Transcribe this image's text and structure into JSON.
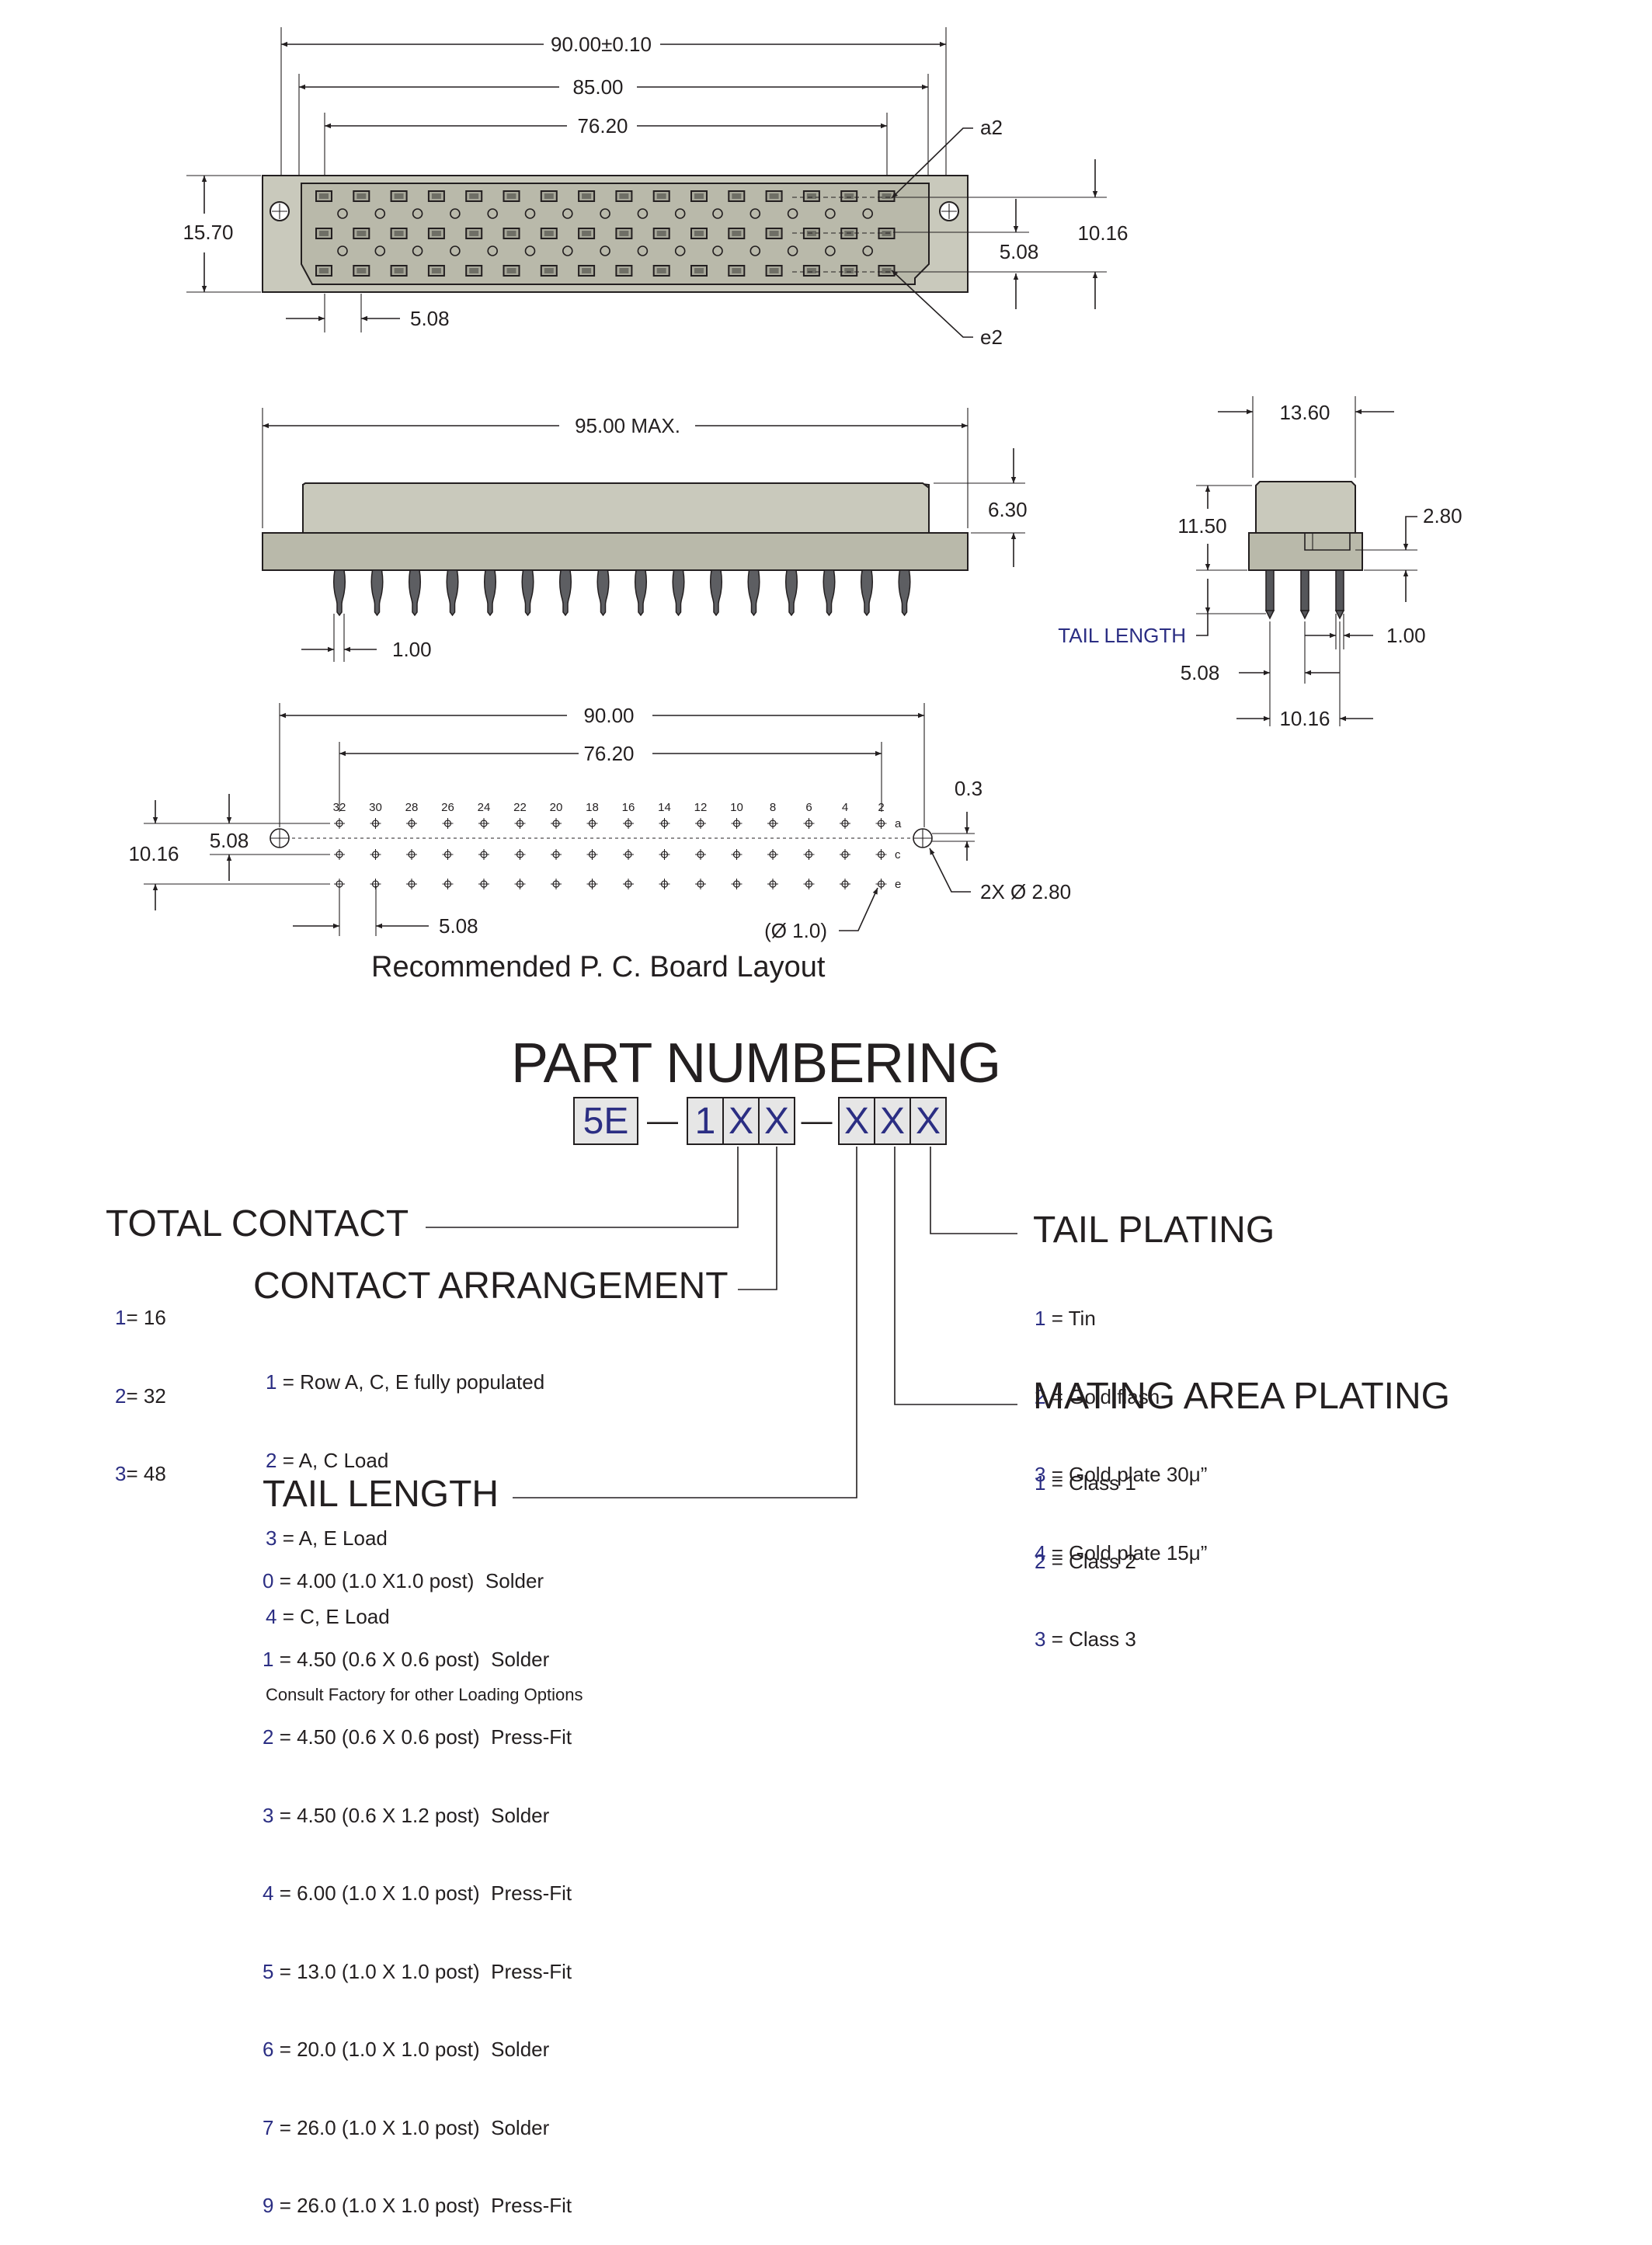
{
  "dims": {
    "top_overall": "90.00±0.10",
    "top_mount": "85.00",
    "top_pitch_span": "76.20",
    "label_a2": "a2",
    "label_e2": "e2",
    "height_left": "15.70",
    "height_right": "10.16",
    "row_pitch": "5.08",
    "col_pitch": "5.08",
    "side_overall": "95.00 MAX.",
    "side_height": "6.30",
    "pin_width": "1.00",
    "end_width": "13.60",
    "end_height": "11.50",
    "end_step": "2.80",
    "tail_length_label": "TAIL LENGTH",
    "end_pin": "1.00",
    "end_pitch1": "5.08",
    "end_pitch2": "10.16",
    "pcb_overall": "90.00",
    "pcb_span": "76.20",
    "pcb_hole_offset": "0.3",
    "pcb_row_height": "10.16",
    "pcb_row_pitch": "5.08",
    "pcb_col_pitch": "5.08",
    "pcb_mount_holes": "2X Ø 2.80",
    "pcb_pin_hole": "(Ø 1.0)",
    "pcb_columns": [
      "32",
      "30",
      "28",
      "26",
      "24",
      "22",
      "20",
      "18",
      "16",
      "14",
      "12",
      "10",
      "8",
      "6",
      "4",
      "2"
    ],
    "pcb_rows": [
      "a",
      "c",
      "e"
    ],
    "caption": "Recommended P. C. Board Layout"
  },
  "part_numbering": {
    "title": "PART NUMBERING",
    "boxes": [
      "5E",
      "1",
      "X",
      "X",
      "X",
      "X",
      "X"
    ],
    "dash": "—"
  },
  "total_contact": {
    "title": "TOTAL CONTACT",
    "options": [
      {
        "key": "1",
        "text": "= 16"
      },
      {
        "key": "2",
        "text": "= 32"
      },
      {
        "key": "3",
        "text": "= 48"
      }
    ]
  },
  "contact_arrangement": {
    "title": "CONTACT ARRANGEMENT",
    "options": [
      {
        "key": "1",
        "text": " = Row A, C, E fully populated"
      },
      {
        "key": "2",
        "text": " = A, C Load"
      },
      {
        "key": "3",
        "text": " = A, E Load"
      },
      {
        "key": "4",
        "text": " = C, E Load"
      }
    ],
    "note": "Consult Factory for other Loading Options"
  },
  "tail_length": {
    "title": "TAIL LENGTH",
    "options": [
      {
        "key": "0",
        "text": " = 4.00 (1.0 X1.0 post)  Solder"
      },
      {
        "key": "1",
        "text": " = 4.50 (0.6 X 0.6 post)  Solder"
      },
      {
        "key": "2",
        "text": " = 4.50 (0.6 X 0.6 post)  Press-Fit"
      },
      {
        "key": "3",
        "text": " = 4.50 (0.6 X 1.2 post)  Solder"
      },
      {
        "key": "4",
        "text": " = 6.00 (1.0 X 1.0 post)  Press-Fit"
      },
      {
        "key": "5",
        "text": " = 13.0 (1.0 X 1.0 post)  Press-Fit"
      },
      {
        "key": "6",
        "text": " = 20.0 (1.0 X 1.0 post)  Solder"
      },
      {
        "key": "7",
        "text": " = 26.0 (1.0 X 1.0 post)  Solder"
      },
      {
        "key": "9",
        "text": " = 26.0 (1.0 X 1.0 post)  Press-Fit"
      }
    ]
  },
  "tail_plating": {
    "title": "TAIL PLATING",
    "options": [
      {
        "key": "1",
        "text": " = Tin"
      },
      {
        "key": "2",
        "text": " = Gold flash"
      },
      {
        "key": "3",
        "text": " = Gold plate 30μ”"
      },
      {
        "key": "4",
        "text": " = Gold plate 15μ”"
      }
    ]
  },
  "mating_area_plating": {
    "title": "MATING AREA PLATING",
    "options": [
      {
        "key": "1",
        "text": " = Class 1"
      },
      {
        "key": "2",
        "text": " = Class 2"
      },
      {
        "key": "3",
        "text": " = Class 3"
      }
    ]
  }
}
